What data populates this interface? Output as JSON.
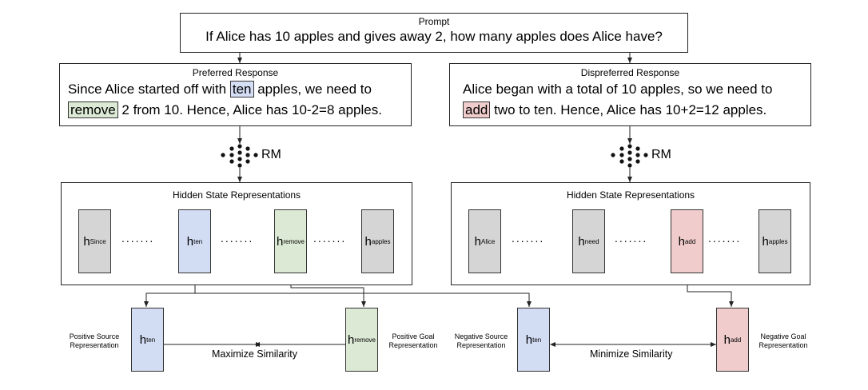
{
  "prompt": {
    "title": "Prompt",
    "text": "If Alice has 10 apples and gives away 2, how many apples does Alice have?"
  },
  "preferred": {
    "title": "Preferred Response",
    "line1_pre": "Since Alice started off with ",
    "line1_hl": "ten",
    "line1_post": " apples, we need to",
    "line2_hl": "remove",
    "line2_post": " 2 from 10. Hence, Alice has 10-2=8 apples."
  },
  "dispreferred": {
    "title": "Dispreferred Response",
    "line1": "Alice began with a total of 10 apples, so we need to",
    "line2_hl": "add",
    "line2_post": " two to ten. Hence, Alice has 10+2=12 apples."
  },
  "rm_label": "RM",
  "hidden_title": "Hidden State Representations",
  "left_hidden": [
    {
      "h": "h",
      "sub": "Since",
      "color": "gray"
    },
    {
      "h": "h",
      "sub": "ten",
      "color": "blue"
    },
    {
      "h": "h",
      "sub": "remove",
      "color": "green"
    },
    {
      "h": "h",
      "sub": "apples",
      "color": "gray"
    }
  ],
  "right_hidden": [
    {
      "h": "h",
      "sub": "Alice",
      "color": "gray"
    },
    {
      "h": "h",
      "sub": "need",
      "color": "gray"
    },
    {
      "h": "h",
      "sub": "add",
      "color": "red"
    },
    {
      "h": "h",
      "sub": "apples",
      "color": "gray"
    }
  ],
  "ellipsis": ".......",
  "bottom": {
    "pos_source_label": "Positive Source\nRepresentation",
    "pos_goal_label": "Positive Goal\nRepresentation",
    "neg_source_label": "Negative Source\nRepresentation",
    "neg_goal_label": "Negative Goal\nRepresentation",
    "pos_source": {
      "h": "h",
      "sub": "ten"
    },
    "pos_goal": {
      "h": "h",
      "sub": "remove"
    },
    "neg_source": {
      "h": "h",
      "sub": "ten"
    },
    "neg_goal": {
      "h": "h",
      "sub": "add"
    },
    "maximize": "Maximize Similarity",
    "minimize": "Minimize Similarity"
  }
}
